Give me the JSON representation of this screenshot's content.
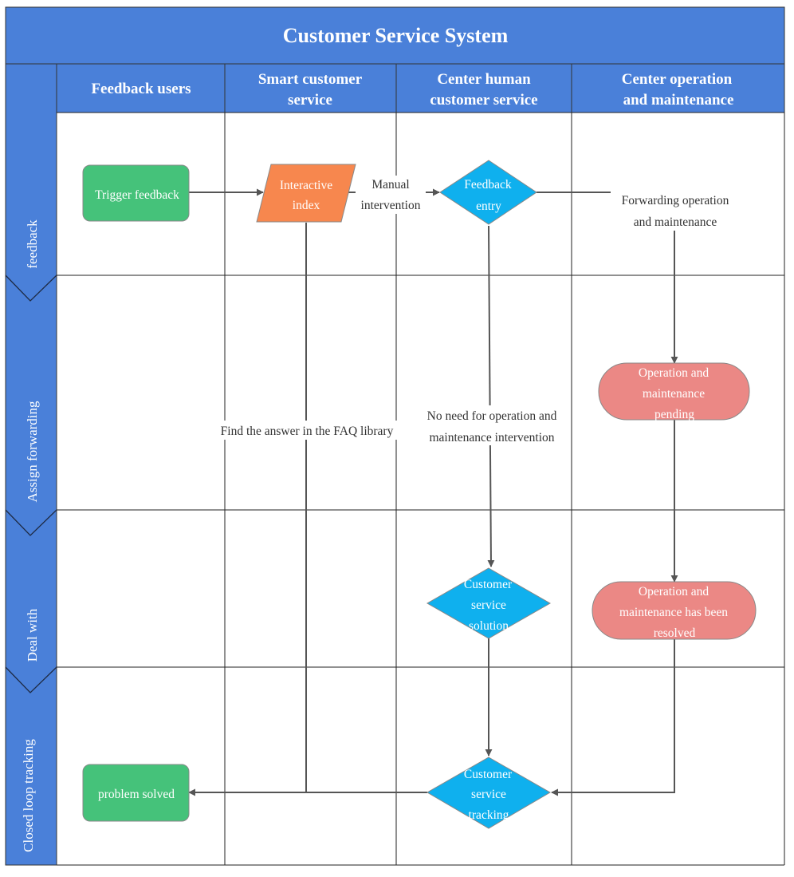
{
  "title": "Customer Service System",
  "lanes": [
    {
      "line1": "Feedback users",
      "line2": ""
    },
    {
      "line1": "Smart customer",
      "line2": "service"
    },
    {
      "line1": "Center human",
      "line2": "customer service"
    },
    {
      "line1": "Center operation",
      "line2": "and maintenance"
    }
  ],
  "phases": [
    "feedback",
    "Assign forwarding",
    "Deal with",
    "Closed loop tracking"
  ],
  "nodes": {
    "trigger": {
      "lines": [
        "Trigger feedback"
      ]
    },
    "interactive": {
      "lines": [
        "Interactive",
        "index"
      ]
    },
    "feedback_entry": {
      "lines": [
        "Feedback",
        "entry"
      ]
    },
    "om_pending": {
      "lines": [
        "Operation and",
        "maintenance",
        "pending"
      ]
    },
    "cs_solution": {
      "lines": [
        "Customer",
        "service",
        "solution"
      ]
    },
    "om_resolved": {
      "lines": [
        "Operation and",
        "maintenance has been",
        "resolved"
      ]
    },
    "cs_tracking": {
      "lines": [
        "Customer",
        "service",
        "tracking"
      ]
    },
    "solved": {
      "lines": [
        "problem solved"
      ]
    }
  },
  "edge_labels": {
    "manual": [
      "Manual",
      "intervention"
    ],
    "forwarding": [
      "Forwarding operation",
      "and maintenance"
    ],
    "faq": [
      "Find the answer in the FAQ library"
    ],
    "no_need": [
      "No need for operation and",
      "maintenance intervention"
    ]
  },
  "colors": {
    "header_blue": "#4a80d9",
    "start_end_green": "#45c27a",
    "io_orange": "#f7874e",
    "decision_blue": "#0fb0ee",
    "terminator_red": "#eb8885",
    "line": "#555555"
  }
}
